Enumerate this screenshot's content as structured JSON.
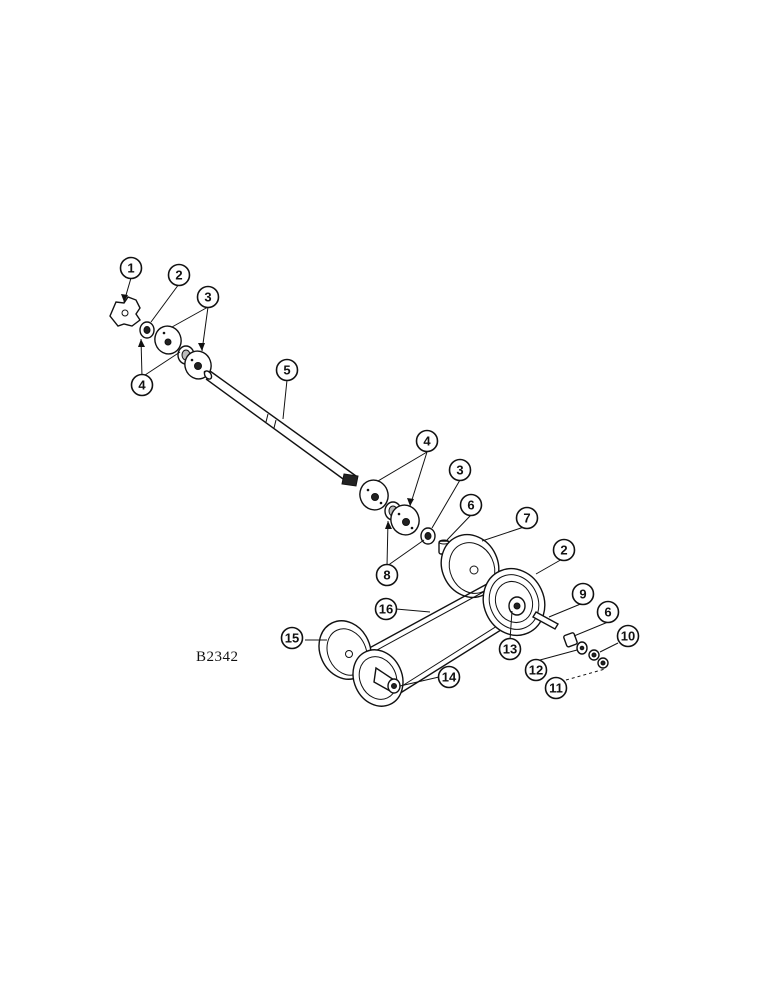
{
  "figure_code": "B2342",
  "callouts": [
    "1",
    "2",
    "3",
    "4",
    "5",
    "4",
    "3",
    "6",
    "7",
    "8",
    "2",
    "16",
    "9",
    "6",
    "10",
    "15",
    "13",
    "12",
    "14",
    "11"
  ]
}
